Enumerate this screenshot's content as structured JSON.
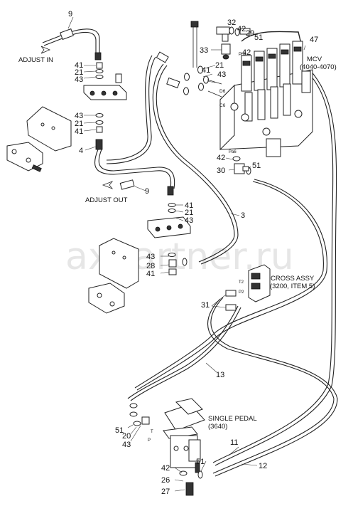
{
  "watermark": "axpartner.ru",
  "callouts": [
    {
      "id": "c-9a",
      "text": "9"
    },
    {
      "id": "c-41a",
      "text": "41"
    },
    {
      "id": "c-21a",
      "text": "21"
    },
    {
      "id": "c-43a",
      "text": "43"
    },
    {
      "id": "c-43b",
      "text": "43"
    },
    {
      "id": "c-21b",
      "text": "21"
    },
    {
      "id": "c-41b",
      "text": "41"
    },
    {
      "id": "c-4",
      "text": "4"
    },
    {
      "id": "c-9b",
      "text": "9"
    },
    {
      "id": "c-41c",
      "text": "41"
    },
    {
      "id": "c-21c",
      "text": "21"
    },
    {
      "id": "c-43c",
      "text": "43"
    },
    {
      "id": "c-43d",
      "text": "43"
    },
    {
      "id": "c-28",
      "text": "28"
    },
    {
      "id": "c-41d",
      "text": "41"
    },
    {
      "id": "c-3",
      "text": "3"
    },
    {
      "id": "c-32",
      "text": "32"
    },
    {
      "id": "c-42a",
      "text": "42"
    },
    {
      "id": "c-29",
      "text": "29"
    },
    {
      "id": "c-51a",
      "text": "51"
    },
    {
      "id": "c-33",
      "text": "33"
    },
    {
      "id": "c-21d",
      "text": "21"
    },
    {
      "id": "c-41e",
      "text": "41"
    },
    {
      "id": "c-43e",
      "text": "43"
    },
    {
      "id": "c-42b",
      "text": "42"
    },
    {
      "id": "c-47",
      "text": "47"
    },
    {
      "id": "c-42c",
      "text": "42"
    },
    {
      "id": "c-30",
      "text": "30"
    },
    {
      "id": "c-51b",
      "text": "51"
    },
    {
      "id": "c-31",
      "text": "31"
    },
    {
      "id": "c-13",
      "text": "13"
    },
    {
      "id": "c-51c",
      "text": "51"
    },
    {
      "id": "c-20",
      "text": "20"
    },
    {
      "id": "c-43f",
      "text": "43"
    },
    {
      "id": "c-11",
      "text": "11"
    },
    {
      "id": "c-12",
      "text": "12"
    },
    {
      "id": "c-42d",
      "text": "42"
    },
    {
      "id": "c-51d",
      "text": "51"
    },
    {
      "id": "c-26",
      "text": "26"
    },
    {
      "id": "c-27",
      "text": "27"
    }
  ],
  "labels": {
    "adjust_in": "ADJUST IN",
    "adjust_out": "ADJUST OUT",
    "mcv_line1": "MCV",
    "mcv_line2": "(4040-4070)",
    "cross_line1": "CROSS ASSY",
    "cross_line2": "(3200, ITEM 5)",
    "pedal_line1": "SINGLE PEDAL",
    "pedal_line2": "(3640)"
  },
  "port_labels": {
    "d6": "D6",
    "c6": "C6",
    "pa6": "Pa6",
    "pb6": "Pb6",
    "t2": "T2",
    "p2": "P2",
    "t": "T",
    "p": "P"
  }
}
